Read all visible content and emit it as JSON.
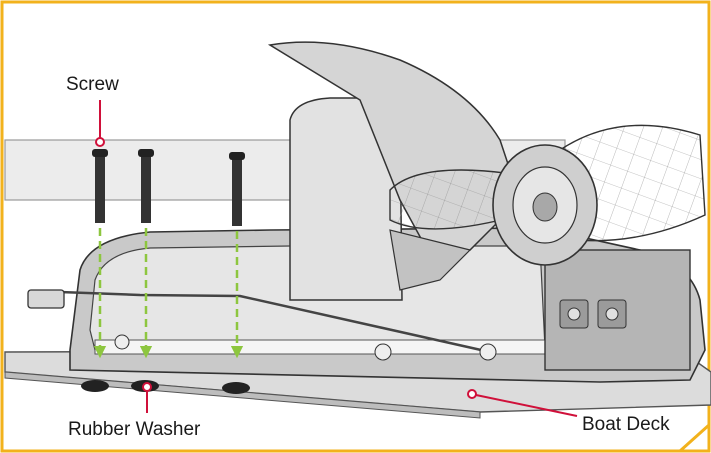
{
  "labels": {
    "screw": "Screw",
    "rubber_washer": "Rubber Washer",
    "boat_deck": "Boat Deck"
  },
  "colors": {
    "frame_border": "#F2B21C",
    "callout": "#D0103A",
    "arrow": "#8DC63F",
    "line_art": "#3a3a3a"
  }
}
